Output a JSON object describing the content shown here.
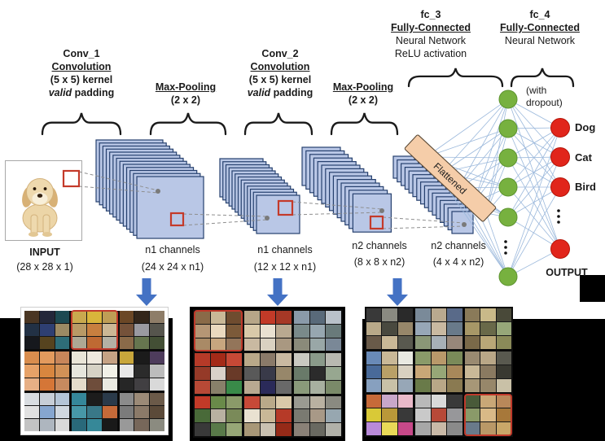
{
  "diagram": {
    "conv1": {
      "title": "Conv_1",
      "type": "Convolution",
      "kernel": "(5 x 5) kernel",
      "pad_italic": "valid",
      "pad_rest": " padding"
    },
    "pool1": {
      "title": "Max-Pooling",
      "size": "(2 x 2)"
    },
    "conv2": {
      "title": "Conv_2",
      "type": "Convolution",
      "kernel": "(5 x 5) kernel",
      "pad_italic": "valid",
      "pad_rest": " padding"
    },
    "pool2": {
      "title": "Max-Pooling",
      "size": "(2 x 2)"
    },
    "fc3": {
      "title": "fc_3",
      "type": "Fully-Connected",
      "l3": "Neural Network",
      "l4": "ReLU activation"
    },
    "fc4": {
      "title": "fc_4",
      "type": "Fully-Connected",
      "l3": "Neural Network",
      "note1": "(with",
      "note2": "dropout)"
    },
    "input": {
      "label": "INPUT",
      "dims": "(28 x 28 x 1)"
    },
    "stages": [
      {
        "ch": "n1 channels",
        "dims": "(24 x 24 x n1)"
      },
      {
        "ch": "n1 channels",
        "dims": "(12 x 12 x n1)"
      },
      {
        "ch": "n2 channels",
        "dims": "(8 x 8 x n2)"
      },
      {
        "ch": "n2 channels",
        "dims": "(4 x 4 x n2)"
      }
    ],
    "flattened": "Flattened",
    "outputs": [
      "Dog",
      "Cat",
      "Bird"
    ],
    "output_label": "OUTPUT"
  },
  "colors": {
    "layer_fill": "#b9c7e6",
    "layer_stroke": "#26406e",
    "flatten_fill": "#f5cda9",
    "flatten_stroke": "#5b4a36",
    "green": "#77b13f",
    "green_stroke": "#5d9430",
    "red": "#e1251b",
    "red_stroke": "#b51508",
    "net_line": "#9cb9dc",
    "arrow": "#4472c4",
    "brace": "#1a1a1a",
    "dash": "#8f8f8f",
    "highlight": "#c43a2a"
  },
  "montages": [
    {
      "highlight": 1,
      "blocks": [
        [
          "#4a3623",
          "#23273a",
          "#1d4a52",
          "#223145",
          "#2e3f72",
          "#9b8a64",
          "#16181d",
          "#56431f",
          "#2e6d78"
        ],
        [
          "#c9a94e",
          "#d9b53b",
          "#bf9e55",
          "#b99a66",
          "#c87f3f",
          "#cbb795",
          "#ada894",
          "#bf6a33",
          "#b4b1a4"
        ],
        [
          "#6b4726",
          "#33261b",
          "#8e7d68",
          "#75523a",
          "#9a9aa1",
          "#56554d",
          "#8a6a49",
          "#66754f",
          "#434f35"
        ],
        [
          "#d98d4e",
          "#e39a5d",
          "#c8865a",
          "#e7a268",
          "#d8863f",
          "#d19157",
          "#e7af85",
          "#d57637",
          "#c78a5f"
        ],
        [
          "#e9e5d8",
          "#efe9de",
          "#c5a284",
          "#e6e6dd",
          "#d6d2c5",
          "#f1f1e8",
          "#e4dccb",
          "#6e4d3b",
          "#e9e9e1"
        ],
        [
          "#c8a63b",
          "#1b1b1b",
          "#4e3c5c",
          "#e8e8e8",
          "#2b2b2b",
          "#bcbcbc",
          "#262626",
          "#413f42",
          "#d9d9d9"
        ],
        [
          "#d9dde1",
          "#c6ced7",
          "#b4c5d7",
          "#e1e1e1",
          "#86a6cf",
          "#d0d8e0",
          "#c3c3c3",
          "#aeb6bf",
          "#dadada"
        ],
        [
          "#35879a",
          "#1c1c1c",
          "#2a3a4a",
          "#4797a7",
          "#397888",
          "#c56a39",
          "#29697a",
          "#368898",
          "#191919"
        ],
        [
          "#8b8b8b",
          "#9b8a77",
          "#6b5a49",
          "#7b7b7b",
          "#8b7a69",
          "#5b4a39",
          "#999999",
          "#77675a",
          "#8b8b80"
        ]
      ]
    },
    {
      "highlight": 0,
      "blocks": [
        [
          "#8a6a48",
          "#c9b897",
          "#6f4c2f",
          "#b59675",
          "#ead9bf",
          "#7c5a39",
          "#a98a66",
          "#c7a67f",
          "#93755a"
        ],
        [
          "#b7a688",
          "#c23a28",
          "#a63826",
          "#d9c9a9",
          "#e9e1d1",
          "#b9a990",
          "#c9b9a1",
          "#d9d1c1",
          "#a99881"
        ],
        [
          "#8a9aa9",
          "#596a7a",
          "#b9c1c9",
          "#7a8a8a",
          "#97a7b0",
          "#697a7a",
          "#8a8a7a",
          "#99a7a7",
          "#7a8897"
        ],
        [
          "#b63a28",
          "#a42a18",
          "#c74936",
          "#953a28",
          "#d9d1c9",
          "#693a28",
          "#b74936",
          "#88806a",
          "#398a49"
        ],
        [
          "#b9a989",
          "#8a7a69",
          "#c9b9a1",
          "#595959",
          "#393a49",
          "#97876a",
          "#b9a991",
          "#2a2a59",
          "#696969"
        ],
        [
          "#c9c9c1",
          "#8a9a8a",
          "#b9b9b1",
          "#697a69",
          "#2b2b2b",
          "#97a790",
          "#8a9a7a",
          "#a8b0a0",
          "#7a8a69"
        ],
        [
          "#c23a28",
          "#698a49",
          "#8a9a69",
          "#496a39",
          "#b9b1a1",
          "#7a8a59",
          "#393939",
          "#597a49",
          "#97a777"
        ],
        [
          "#c74938",
          "#b9a989",
          "#d9c9a9",
          "#e9e1d1",
          "#c9b897",
          "#b63a28",
          "#a89777",
          "#c9c1b1",
          "#952a18"
        ],
        [
          "#9a9a91",
          "#b9b1a1",
          "#8a8a81",
          "#7a7a71",
          "#a89987",
          "#97a7b0",
          "#8a8177",
          "#696961",
          "#b1b1a9"
        ]
      ]
    },
    {
      "highlight": 8,
      "blocks": [
        [
          "#393939",
          "#8a8a81",
          "#2a2a2a",
          "#b9a989",
          "#49493f",
          "#97876a",
          "#695a49",
          "#c9b897",
          "#59594f"
        ],
        [
          "#7a8a99",
          "#b9a98f",
          "#596a89",
          "#97a7b7",
          "#c9b9a1",
          "#697a8a",
          "#8a9777",
          "#a7b0b7",
          "#97877a"
        ],
        [
          "#8a7a59",
          "#c9b989",
          "#494939",
          "#a79767",
          "#696949",
          "#97a779",
          "#7a6949",
          "#b9a777",
          "#8a8a59"
        ],
        [
          "#698ab7",
          "#c9b897",
          "#e9e9e1",
          "#496a99",
          "#b9a067",
          "#d9d1c1",
          "#87a0bf",
          "#c9c1a7",
          "#97a7b7"
        ],
        [
          "#8a9a69",
          "#b9996a",
          "#7a8a59",
          "#c9a777",
          "#97a777",
          "#a8885a",
          "#697a49",
          "#b9a787",
          "#8a7a51"
        ],
        [
          "#9a8a71",
          "#b9a787",
          "#59594f",
          "#c9b897",
          "#8a7a61",
          "#393931",
          "#a79777",
          "#97876a",
          "#c9c1a7"
        ],
        [
          "#c76a39",
          "#c9a7c9",
          "#e9b9c9",
          "#d9c937",
          "#b99839",
          "#393939",
          "#b98ad9",
          "#e9d957",
          "#c74989"
        ],
        [
          "#b9b9b9",
          "#d9d9d9",
          "#393939",
          "#c9c9c9",
          "#b74938",
          "#97979a",
          "#a7a7a7",
          "#c9b9a7",
          "#8a8a8a"
        ],
        [
          "#495a39",
          "#c9a777",
          "#b9885a",
          "#8a9a69",
          "#d9b987",
          "#a7783a",
          "#697a8a",
          "#b99867",
          "#c9a769"
        ]
      ]
    }
  ]
}
